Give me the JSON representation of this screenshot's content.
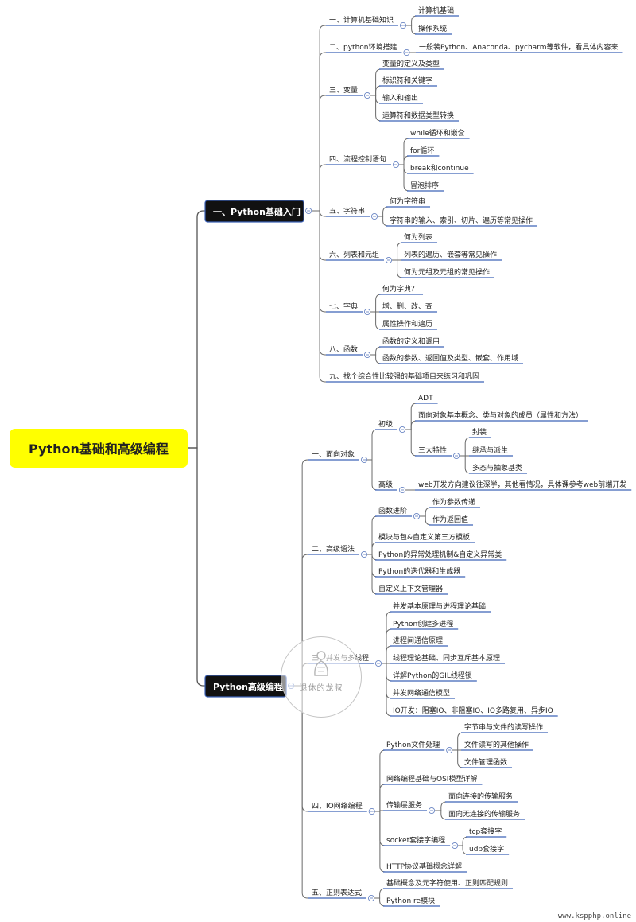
{
  "root": "Python基础和高级编程",
  "branches": [
    {
      "label": "一、Python基础入门",
      "children": [
        {
          "label": "一、计算机基础知识",
          "children": [
            {
              "label": "计算机基础"
            },
            {
              "label": "操作系统"
            }
          ]
        },
        {
          "label": "二、python环境搭建",
          "children": [
            {
              "label": "一般装Python、Anaconda、pycharm等软件，看具体内容来"
            }
          ]
        },
        {
          "label": "三、变量",
          "children": [
            {
              "label": "变量的定义及类型"
            },
            {
              "label": "标识符和关键字"
            },
            {
              "label": "输入和输出"
            },
            {
              "label": "运算符和数据类型转换"
            }
          ]
        },
        {
          "label": "四、流程控制语句",
          "children": [
            {
              "label": "while循环和嵌套"
            },
            {
              "label": "for循环"
            },
            {
              "label": "break和continue"
            },
            {
              "label": "冒泡排序"
            }
          ]
        },
        {
          "label": "五、字符串",
          "children": [
            {
              "label": "何为字符串"
            },
            {
              "label": "字符串的输入、索引、切片、遍历等常见操作"
            }
          ]
        },
        {
          "label": "六、列表和元组",
          "children": [
            {
              "label": "何为列表"
            },
            {
              "label": "列表的遍历、嵌套等常见操作"
            },
            {
              "label": "何为元组及元组的常见操作"
            }
          ]
        },
        {
          "label": "七、字典",
          "children": [
            {
              "label": "何为字典？"
            },
            {
              "label": "增、删、改、查"
            },
            {
              "label": "属性操作和遍历"
            }
          ]
        },
        {
          "label": "八、函数",
          "children": [
            {
              "label": "函数的定义和调用"
            },
            {
              "label": "函数的参数、返回值及类型、嵌套、作用域"
            }
          ]
        },
        {
          "label": "九、找个综合性比较强的基础项目来练习和巩固"
        }
      ]
    },
    {
      "label": "Python高级编程",
      "children": [
        {
          "label": "一、面向对象",
          "children": [
            {
              "label": "初级",
              "children": [
                {
                  "label": "ADT"
                },
                {
                  "label": "面向对象基本概念、类与对象的成员（属性和方法）"
                },
                {
                  "label": "三大特性",
                  "children": [
                    {
                      "label": "封装"
                    },
                    {
                      "label": "继承与派生"
                    },
                    {
                      "label": "多态与抽象基类"
                    }
                  ]
                }
              ]
            },
            {
              "label": "高级",
              "children": [
                {
                  "label": "web开发方向建议往深学，其他看情况，具体课参考web前端开发"
                }
              ]
            }
          ]
        },
        {
          "label": "二、高级语法",
          "children": [
            {
              "label": "函数进阶",
              "children": [
                {
                  "label": "作为参数传递"
                },
                {
                  "label": "作为返回值"
                }
              ]
            },
            {
              "label": "模块与包&自定义第三方模板"
            },
            {
              "label": "Python的异常处理机制&自定义异常类"
            },
            {
              "label": "Python的迭代器和生成器"
            },
            {
              "label": "自定义上下文管理器"
            }
          ]
        },
        {
          "label": "三、并发与多线程",
          "children": [
            {
              "label": "并发基本原理与进程理论基础"
            },
            {
              "label": "Python创建多进程"
            },
            {
              "label": "进程间通信原理"
            },
            {
              "label": "线程理论基础、同步互斥基本原理"
            },
            {
              "label": "详解Python的GIL线程锁"
            },
            {
              "label": "并发网络通信模型"
            },
            {
              "label": "IO开发：阻塞IO、非阻塞IO、IO多路复用、异步IO"
            }
          ]
        },
        {
          "label": "四、IO网络编程",
          "children": [
            {
              "label": "Python文件处理",
              "children": [
                {
                  "label": "字节串与文件的读写操作"
                },
                {
                  "label": "文件读写的其他操作"
                },
                {
                  "label": "文件管理函数"
                }
              ]
            },
            {
              "label": "网络编程基础与OSI模型详解"
            },
            {
              "label": "传输层服务",
              "children": [
                {
                  "label": "面向连接的传输服务"
                },
                {
                  "label": "面向无连接的传输服务"
                }
              ]
            },
            {
              "label": "socket套接字编程",
              "children": [
                {
                  "label": "tcp套接字"
                },
                {
                  "label": "udp套接字"
                }
              ]
            },
            {
              "label": "HTTP协议基础概念详解"
            }
          ]
        },
        {
          "label": "五、正则表达式",
          "children": [
            {
              "label": "基础概念及元字符使用、正则匹配规则"
            },
            {
              "label": "Python re模块"
            }
          ]
        }
      ]
    }
  ],
  "watermark": "退休的龙叔",
  "site": "www.kspphp.online",
  "colors": {
    "root_bg": "#ffff00",
    "branch_bg": "#111111",
    "branch_border": "#3d63b8",
    "underline": "#3d63b8",
    "connector": "#6a6a6a",
    "collapse_circle": "#6b86c4"
  }
}
